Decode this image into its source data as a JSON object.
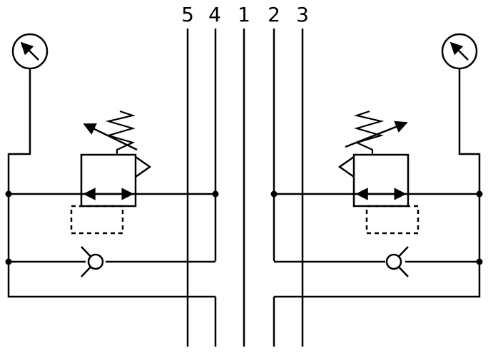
{
  "ports": [
    {
      "label": "5"
    },
    {
      "label": "4"
    },
    {
      "label": "1"
    },
    {
      "label": "2"
    },
    {
      "label": "3"
    }
  ],
  "colors": {
    "line": "#000000",
    "background": "#ffffff"
  },
  "components": {
    "left": [
      "pressure-gauge",
      "pressure-regulator",
      "check-valve"
    ],
    "right": [
      "pressure-gauge",
      "pressure-regulator",
      "check-valve"
    ]
  }
}
